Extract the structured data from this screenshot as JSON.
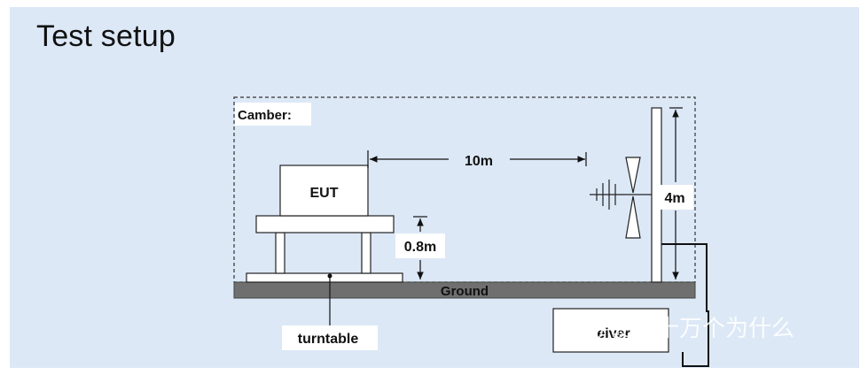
{
  "slide": {
    "title": "Test setup"
  },
  "diagram": {
    "chamber_label": "Camber:",
    "eut_label": "EUT",
    "distance_label": "10m",
    "table_height_label": "0.8m",
    "antenna_height_label": "4m",
    "ground_label": "Ground",
    "turntable_label": "turntable",
    "receiver_label": "eiver"
  },
  "watermark": {
    "text": "硬件十万个为什么"
  },
  "colors": {
    "slide_background": "#dce8f6",
    "ground": "#6f6f6f",
    "boxes": "#ffffff",
    "lines": "#111111"
  }
}
